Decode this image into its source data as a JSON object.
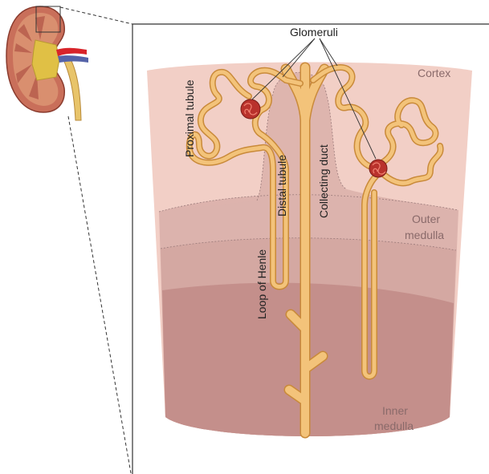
{
  "labels": {
    "glomeruli": "Glomeruli",
    "proximal_tubule": "Proximal tubule",
    "distal_tubule": "Distal tubule",
    "collecting_duct": "Collecting duct",
    "loop_of_henle": "Loop of Henle",
    "cortex": "Cortex",
    "outer_medulla_line1": "Outer",
    "outer_medulla_line2": "medulla",
    "inner_medulla_line1": "Inner",
    "inner_medulla_line2": "medulla"
  },
  "colors": {
    "cortex": "#f2cfc6",
    "cortex_inner": "#d9aaa4",
    "outer_medulla": "#dcb3ad",
    "outer_medulla_band": "#d4a8a2",
    "inner_medulla": "#c48f8b",
    "tubule": "#f3c37a",
    "tubule_edge": "#c98a3a",
    "glomerulus": "#b9322c",
    "kidney": "#c96f5a",
    "kidney_medulla": "#d98f6f",
    "pelvis": "#e0c045",
    "artery": "#d8242a",
    "vein": "#5563a8",
    "ureter": "#e8c46a"
  }
}
